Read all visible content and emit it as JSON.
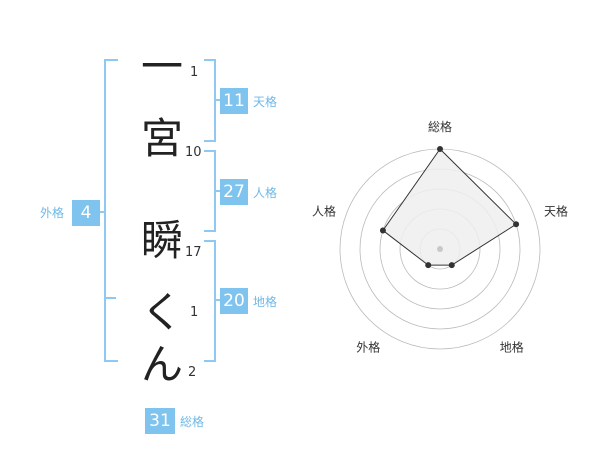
{
  "name": {
    "characters": [
      {
        "char": "一",
        "strokes": "1"
      },
      {
        "char": "宮",
        "strokes": "10"
      },
      {
        "char": "瞬",
        "strokes": "17"
      },
      {
        "char": "く",
        "strokes": "1"
      },
      {
        "char": "ん",
        "strokes": "2"
      }
    ]
  },
  "scores": {
    "tenkaku": {
      "value": "11",
      "label": "天格"
    },
    "jinkaku": {
      "value": "27",
      "label": "人格"
    },
    "chikaku": {
      "value": "20",
      "label": "地格"
    },
    "gaikaku": {
      "value": "4",
      "label": "外格"
    },
    "soukaku": {
      "value": "31",
      "label": "総格"
    }
  },
  "radar": {
    "axes": [
      "総格",
      "天格",
      "地格",
      "外格",
      "人格"
    ],
    "levels": 5,
    "values": [
      5,
      4,
      1,
      1,
      3
    ],
    "colors": {
      "ring": "#bbbbbb",
      "fill": "#eeeeee",
      "line": "#333333",
      "point": "#333333",
      "center": "#c8c8c8"
    }
  },
  "colors": {
    "accent": "#7fc4ee",
    "bracket": "#8fc8f0"
  }
}
